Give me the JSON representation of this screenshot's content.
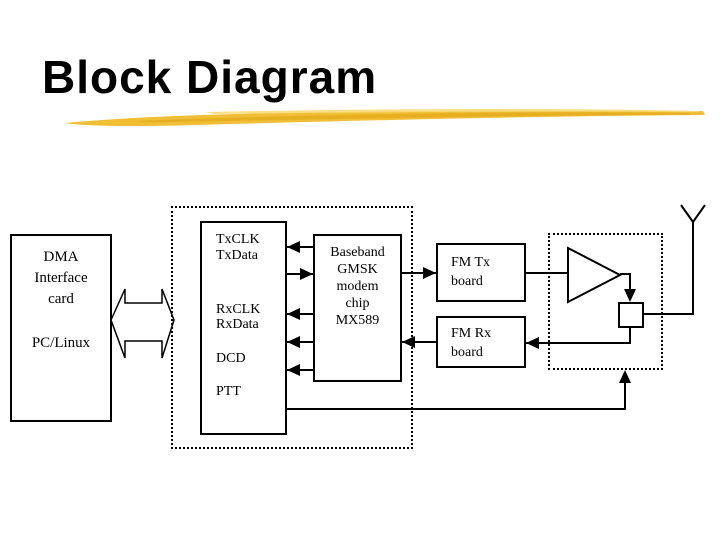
{
  "slide": {
    "title": "Block Diagram",
    "accent_color": "#F0BF35"
  },
  "diagram": {
    "host": {
      "lines": [
        "DMA",
        "Interface",
        "card"
      ],
      "os": "PC/Linux"
    },
    "signals": {
      "txclk": "TxCLK",
      "txdata": "TxData",
      "rxclk": "RxCLK",
      "rxdata": "RxData",
      "dcd": "DCD",
      "ptt": "PTT"
    },
    "modem": {
      "lines": [
        "Baseband",
        "GMSK",
        "modem",
        "chip",
        "MX589"
      ]
    },
    "fm_tx": {
      "lines": [
        "FM Tx",
        "board"
      ]
    },
    "fm_rx": {
      "lines": [
        "FM Rx",
        "board"
      ]
    }
  }
}
